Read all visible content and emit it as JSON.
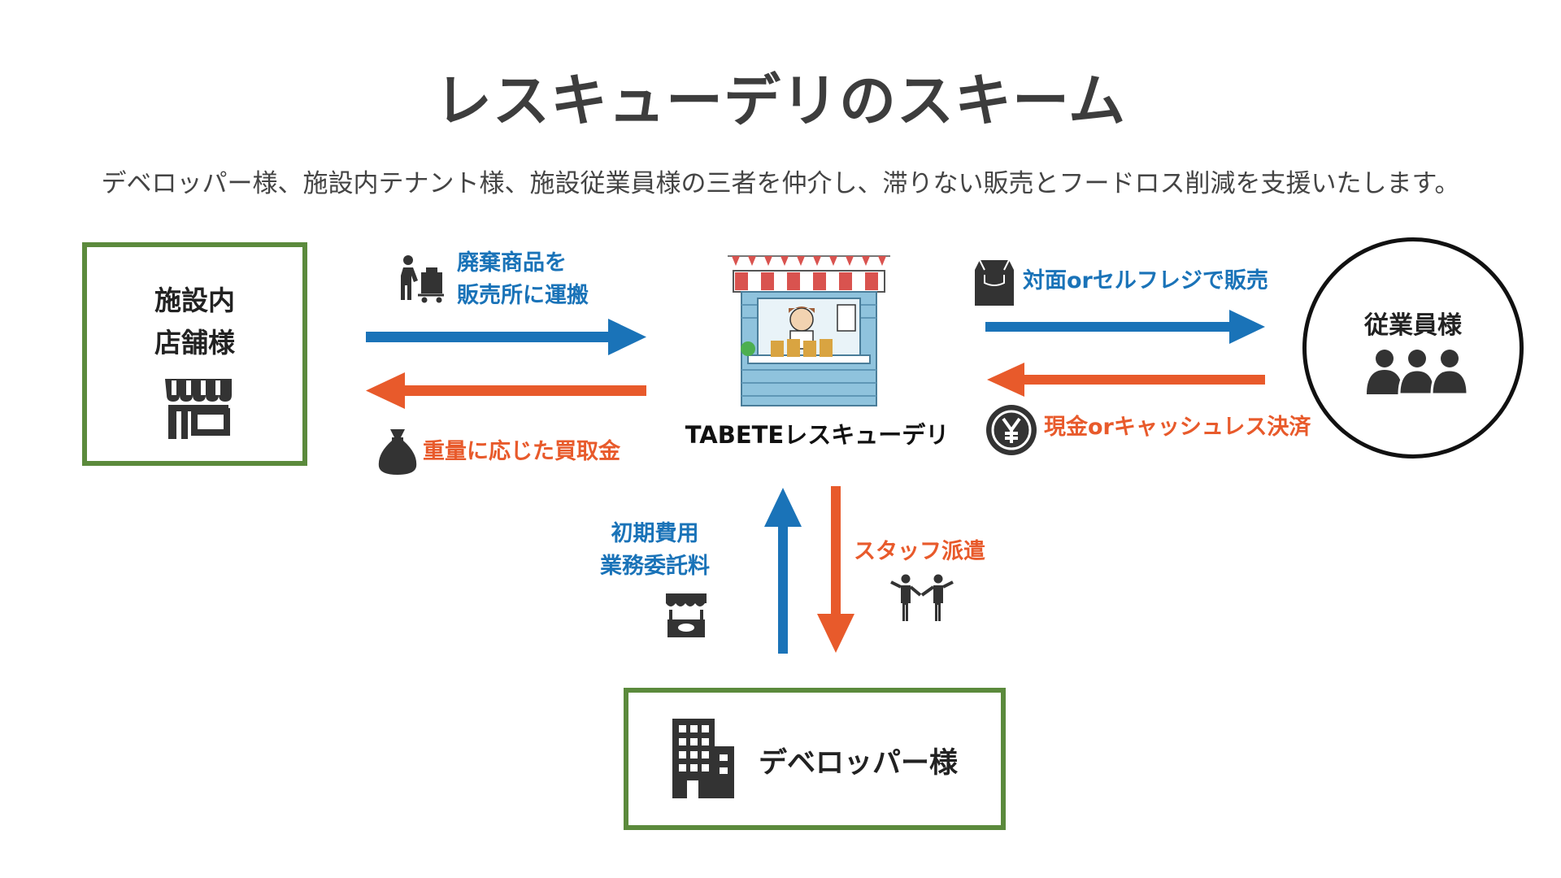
{
  "title": "レスキューデリのスキーム",
  "subtitle": "デベロッパー様、施設内テナント様、施設従業員様の三者を仲介し、滞りない販売とフードロス削減を支援いたします。",
  "tenant": {
    "line1": "施設内",
    "line2": "店舗様",
    "icon": "storefront-icon"
  },
  "center": {
    "label": "TABETEレスキューデリ",
    "icon": "food-stall-illustration"
  },
  "employees": {
    "label": "従業員様",
    "icon": "people-group-icon"
  },
  "developer": {
    "label": "デベロッパー様",
    "icon": "building-icon"
  },
  "flows": {
    "waste_line1": "廃棄商品を",
    "waste_line2": "販売所に運搬",
    "buyback": "重量に応じた買取金",
    "sales": "対面orセルフレジで販売",
    "payment": "現金orキャッシュレス決済",
    "fees_line1": "初期費用",
    "fees_line2": "業務委託料",
    "staff": "スタッフ派遣"
  },
  "colors": {
    "blue": "#1a73b8",
    "orange": "#e85a2b",
    "green_border": "#5b8a3c",
    "text_dark": "#3d3d3d"
  }
}
